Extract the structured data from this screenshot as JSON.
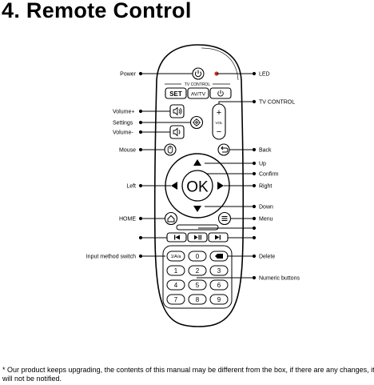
{
  "page": {
    "title": "4. Remote Control",
    "footnote": "* Our product keeps upgrading, the contents of this manual may be different from the box, if there are any changes, it will not be notified."
  },
  "labels": {
    "left": {
      "power": "Power",
      "volume_up": "Volume+",
      "settings": "Settings",
      "volume_down": "Volume-",
      "mouse": "Mouse",
      "left": "Left",
      "home": "HOME",
      "input_method_switch": "Input method switch"
    },
    "right": {
      "led": "LED",
      "tv_control": "TV CONTROL",
      "back": "Back",
      "up": "Up",
      "confirm": "Confirm",
      "right": "Right",
      "down": "Down",
      "menu": "Menu",
      "delete": "Delete",
      "numeric_buttons": "Numeric buttons"
    }
  },
  "remote": {
    "tv_control_header": "TV CONTROL",
    "set_key": "SET",
    "av_tv_key": "AV/TV",
    "vol_label": "VOL",
    "vol_plus": "+",
    "vol_minus": "−",
    "ok_key": "OK",
    "input_key": "1/A/a",
    "keys": [
      "0",
      "1",
      "2",
      "3",
      "4",
      "5",
      "6",
      "7",
      "8",
      "9"
    ]
  },
  "colors": {
    "ink": "#000000",
    "led_dot": "#c0392b",
    "background": "#ffffff"
  }
}
